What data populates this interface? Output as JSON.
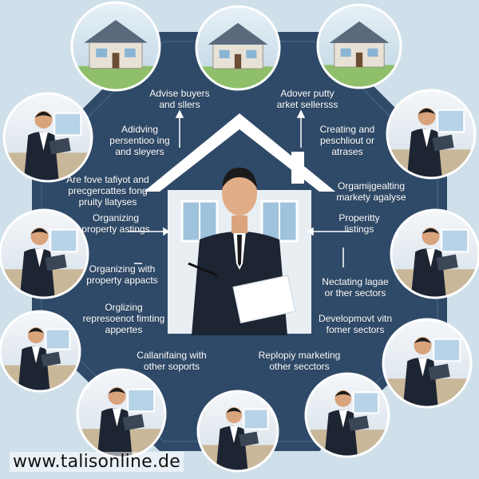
{
  "colors": {
    "background": "#cfe0ea",
    "panel": "#2f4a68",
    "panel_ring": "#4a6a8a",
    "house_roof": "#ffffff",
    "suit": "#1d2533",
    "accent": "#ffffff"
  },
  "center": {
    "icon": "house-with-agent-icon"
  },
  "labels": [
    {
      "lines": [
        "Advise buyers",
        "and sllers"
      ]
    },
    {
      "lines": [
        "Adover putty",
        "arket sellersss"
      ]
    },
    {
      "lines": [
        "Adidving",
        "persentioo ing",
        "and sleyers"
      ]
    },
    {
      "lines": [
        "Creating and",
        "peschliout or",
        "atrases"
      ]
    },
    {
      "lines": [
        "Are fove tafiyot and",
        "precgercattes fong",
        "pruity llatyses"
      ]
    },
    {
      "lines": [
        "Orgamijgealting",
        "markety agalyse"
      ]
    },
    {
      "lines": [
        "Organizing",
        "property astings"
      ]
    },
    {
      "lines": [
        "Properitty",
        "listings"
      ]
    },
    {
      "lines": [
        "Organizing with",
        "property appacts"
      ]
    },
    {
      "lines": [
        "Nectating lagae",
        "or ther sectors"
      ]
    },
    {
      "lines": [
        "Orglizing",
        "represoenot fimting",
        "appertes"
      ]
    },
    {
      "lines": [
        "Developmovt vitn",
        "fomer sectors"
      ]
    },
    {
      "lines": [
        "Callanifaing with",
        "other soports"
      ]
    },
    {
      "lines": [
        "Replopiy marketing",
        "other secctors"
      ]
    }
  ],
  "scenes": [
    {
      "icon": "two-story-house-icon"
    },
    {
      "icon": "house-with-garden-icon"
    },
    {
      "icon": "suburban-house-icon"
    },
    {
      "icon": "agent-with-laptop-icon"
    },
    {
      "icon": "agents-reviewing-documents-icon"
    },
    {
      "icon": "agent-at-desk-icon"
    },
    {
      "icon": "agent-with-tablet-icon"
    },
    {
      "icon": "agent-in-kitchen-icon"
    },
    {
      "icon": "agent-presenting-chart-icon"
    },
    {
      "icon": "agent-holding-tablet-icon"
    },
    {
      "icon": "agent-with-briefcase-icon"
    },
    {
      "icon": "agent-working-laptop-icon"
    }
  ],
  "watermark": "www.talisonline.de"
}
